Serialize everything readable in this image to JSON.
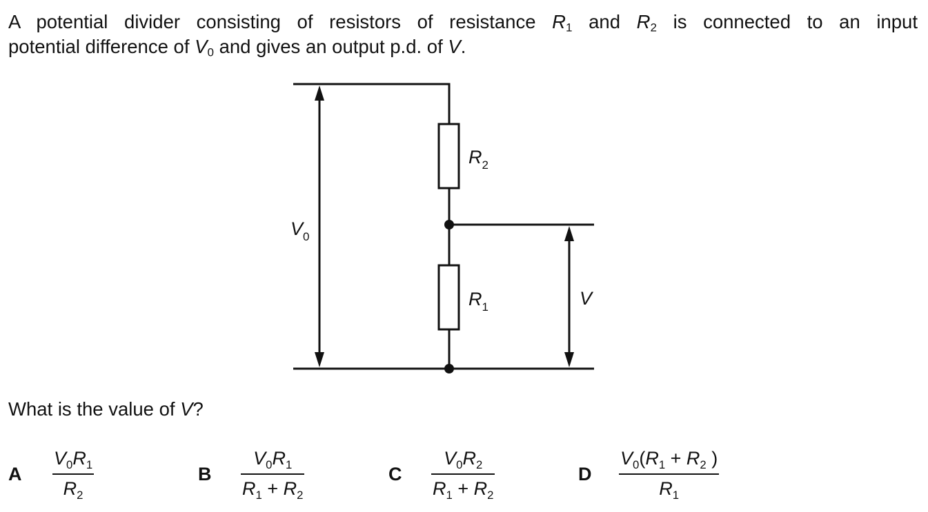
{
  "intro": {
    "l1": [
      "A potential divider consisting of resistors of resistance ",
      "R",
      "1",
      " and ",
      "R",
      "2",
      " is connected to an input"
    ],
    "l2": [
      "potential difference of ",
      "V",
      "0",
      " and gives an output p.d. of ",
      "V",
      "."
    ]
  },
  "diagram": {
    "v0_label": "V",
    "v0_sub": "0",
    "r2_label": "R",
    "r2_sub": "2",
    "r1_label": "R",
    "r1_sub": "1",
    "v_label": "V"
  },
  "question": {
    "before": "What is the value of ",
    "var": "V",
    "after": "?"
  },
  "options": [
    {
      "letter": "A",
      "num": [
        "V",
        "0",
        "R",
        "1"
      ],
      "den": [
        "R",
        "2"
      ]
    },
    {
      "letter": "B",
      "num": [
        "V",
        "0",
        "R",
        "1"
      ],
      "den": [
        "R",
        "1",
        " + ",
        "R",
        "2"
      ]
    },
    {
      "letter": "C",
      "num": [
        "V",
        "0",
        "R",
        "2"
      ],
      "den": [
        "R",
        "1",
        " + ",
        "R",
        "2"
      ]
    },
    {
      "letter": "D",
      "num": [
        "V",
        "0",
        "(",
        "R",
        "1",
        " + ",
        "R",
        "2",
        " )"
      ],
      "den": [
        "R",
        "1"
      ]
    }
  ]
}
